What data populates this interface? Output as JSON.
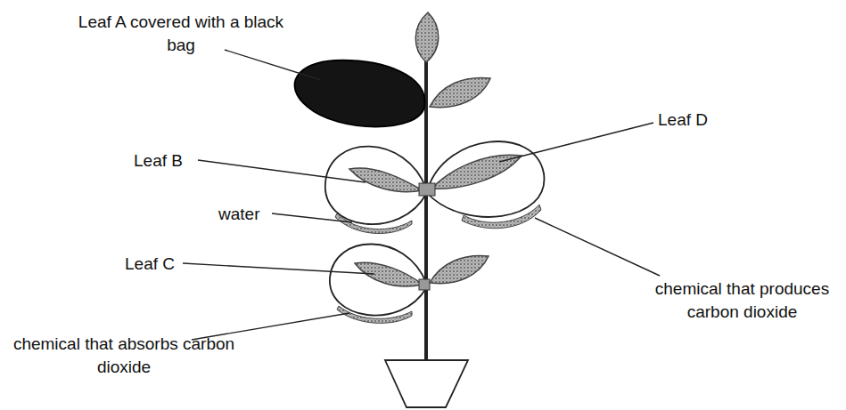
{
  "diagram": {
    "labels": [
      "Leaf A covered with a black bag",
      "Leaf B",
      "water",
      "Leaf D",
      "chemical that produces carbon dioxide",
      "Leaf C",
      "chemical that absorbs carbon dioxide"
    ]
  }
}
